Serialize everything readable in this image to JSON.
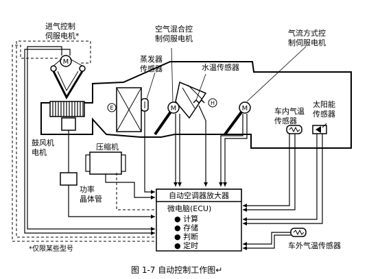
{
  "labels": {
    "intake_servo": [
      "进气控制",
      "伺服电机*"
    ],
    "air_mix_servo": [
      "空气混合控",
      "制伺服电机"
    ],
    "airflow_servo": [
      "气流方式控",
      "制伺服电机"
    ],
    "evaporator_sensor": [
      "蒸发器",
      "传感器"
    ],
    "water_temp_sensor": "水温传感器",
    "cabin_temp_sensor": [
      "车内气温",
      "传感器"
    ],
    "solar_sensor": [
      "太阳能",
      "传感器"
    ],
    "blower_motor": [
      "鼓风机",
      "电机"
    ],
    "compressor": "压缩机",
    "power_transistor": [
      "功率",
      "晶体管"
    ],
    "outside_temp_sensor": "车外气温传感器",
    "footnote": "*仅限某些型号",
    "caption": "图 1-7 自动控制工作图↵"
  },
  "ecu": {
    "title": "自动空调器放大器",
    "subtitle": "微电脑(ECU)",
    "functions": [
      "● 计算",
      "● 存储",
      "● 判断",
      "● 定时"
    ]
  },
  "icons": {
    "motor": "M",
    "evaporator": "E",
    "heater": "H"
  }
}
